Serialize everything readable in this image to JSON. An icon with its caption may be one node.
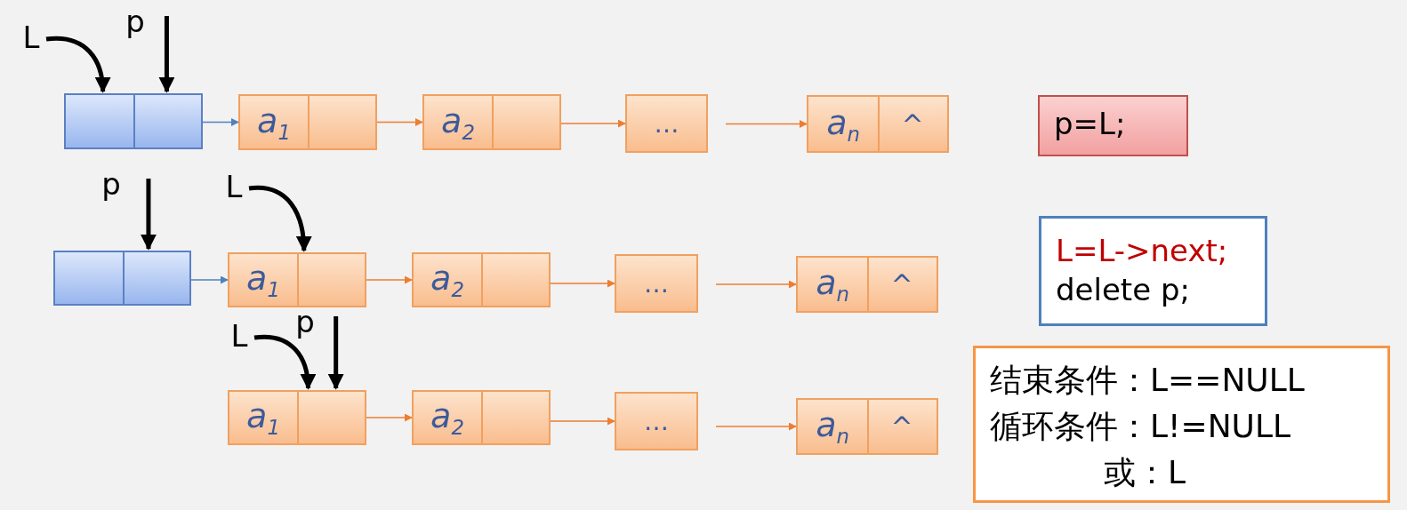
{
  "diagram": {
    "nodes": [
      {
        "text": [
          "L"
        ]
      },
      {
        "text": [
          "p"
        ]
      },
      {
        "text": [],
        "shape": "box"
      },
      {
        "text": [
          "a$_{1}$"
        ]
      },
      {
        "text": [
          "a$_{2}$"
        ]
      },
      {
        "text": [
          "…"
        ]
      },
      {
        "text": [
          "a$_{n}$",
          "^"
        ]
      },
      {
        "text": [
          "p"
        ]
      },
      {
        "text": [
          "L"
        ]
      },
      {
        "text": [],
        "shape": "box"
      },
      {
        "text": [
          "a$_{1}$"
        ]
      },
      {
        "text": [
          "a$_{2}$"
        ]
      },
      {
        "text": [
          "…"
        ]
      },
      {
        "text": [
          "a$_{n}$",
          "^"
        ]
      },
      {
        "text": [
          "L"
        ]
      },
      {
        "text": [
          "p"
        ]
      },
      {
        "text": [
          "a$_{1}$"
        ]
      },
      {
        "text": [
          "a$_{2}$"
        ]
      },
      {
        "text": [
          "…"
        ]
      },
      {
        "text": [
          "a$_{n}$",
          "^"
        ]
      },
      {
        "text": [
          "p=L;"
        ]
      },
      {
        "text": [
          "L=L->next;",
          "delete p;"
        ]
      },
      {
        "text": [
          "结束条件：L==NULL",
          "循环条件：L!=NULL",
          "或：L"
        ]
      }
    ],
    "edges": [
      {
        "from": 0,
        "to": 2,
        "arrow": "to",
        "style": "thick",
        "color": "#000000"
      },
      {
        "from": 1,
        "to": 2,
        "arrow": "to",
        "style": "thick",
        "color": "#000000"
      },
      {
        "from": 2,
        "to": 3,
        "arrow": "to",
        "color": "#4f81bd"
      },
      {
        "from": 3,
        "to": 4,
        "arrow": "to"
      },
      {
        "from": 4,
        "to": 5,
        "arrow": "to"
      },
      {
        "from": 5,
        "to": 6,
        "arrow": "to"
      },
      {
        "from": 7,
        "to": 9,
        "arrow": "to",
        "style": "thick",
        "color": "#000000"
      },
      {
        "from": 8,
        "to": 10,
        "arrow": "to",
        "style": "thick",
        "color": "#000000"
      },
      {
        "from": 9,
        "to": 10,
        "arrow": "to",
        "color": "#4f81bd"
      },
      {
        "from": 10,
        "to": 11,
        "arrow": "to"
      },
      {
        "from": 11,
        "to": 12,
        "arrow": "to"
      },
      {
        "from": 12,
        "to": 13,
        "arrow": "to"
      },
      {
        "from": 14,
        "to": 16,
        "arrow": "to",
        "style": "thick",
        "color": "#000000"
      },
      {
        "from": 15,
        "to": 16,
        "arrow": "to",
        "style": "thick",
        "color": "#000000"
      },
      {
        "from": 16,
        "to": 17,
        "arrow": "to"
      },
      {
        "from": 17,
        "to": 18,
        "arrow": "to"
      },
      {
        "from": 18,
        "to": 19,
        "arrow": "to"
      }
    ]
  }
}
